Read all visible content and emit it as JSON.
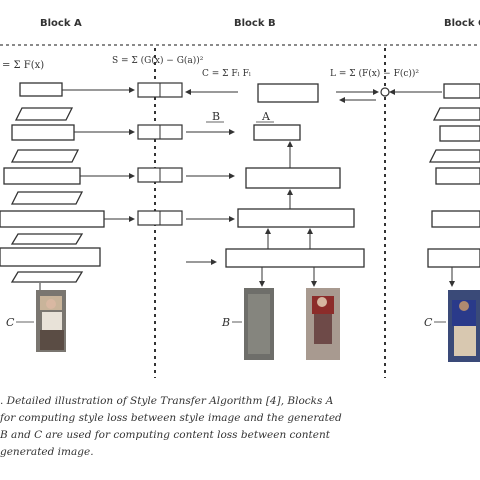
{
  "headers": {
    "left": "Block A",
    "middle": "Block B",
    "right": "Block C"
  },
  "equations": {
    "left_top": "= Σ F(x)",
    "mid_left": "S = Σ (G(x) − G(a))²",
    "mid_center": "C = Σ Fₗ Fₗ",
    "right": "L = Σ (F(x) − F(c))²"
  },
  "small_labels": {
    "b_symbol": "B",
    "a_symbol": "A"
  },
  "image_labels": {
    "left": "C",
    "middle": "B",
    "right": "C"
  },
  "caption_lines": [
    ". Detailed illustration of Style Transfer Algorithm [4], Blocks A",
    "for computing style loss between style image and the generated",
    "B and C are used for computing content loss between content",
    "generated image."
  ]
}
